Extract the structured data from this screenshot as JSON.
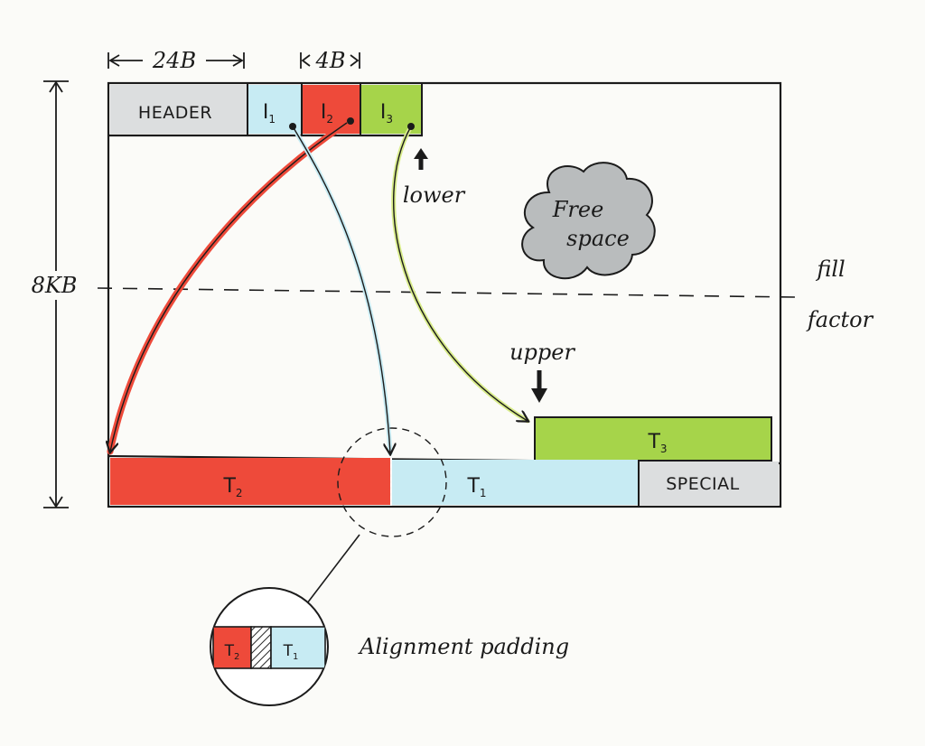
{
  "colors": {
    "header": "#dcdedf",
    "pointer_light": "#c7ebf3",
    "tuple_red": "#ee4a3a",
    "tuple_green": "#a6d44a",
    "special": "#dcdedf",
    "cloud": "#b9bcbd",
    "ink": "#1b1b1b"
  },
  "dims": {
    "header_size": "24B",
    "pointer_size": "4B",
    "page_size": "8KB"
  },
  "page": {
    "header_label": "HEADER",
    "special_label": "SPECIAL",
    "free_space_line1": "Free",
    "free_space_line2": "space",
    "fill_factor_line1": "fill",
    "fill_factor_line2": "factor",
    "lower_label": "lower",
    "upper_label": "upper"
  },
  "item_pointers": [
    {
      "letter": "I",
      "index": "1"
    },
    {
      "letter": "I",
      "index": "2"
    },
    {
      "letter": "I",
      "index": "3"
    }
  ],
  "tuples": [
    {
      "letter": "T",
      "index": "2"
    },
    {
      "letter": "T",
      "index": "1"
    },
    {
      "letter": "T",
      "index": "3"
    }
  ],
  "zoom": {
    "t2": {
      "letter": "T",
      "index": "2"
    },
    "t1": {
      "letter": "T",
      "index": "1"
    },
    "caption": "Alignment padding"
  }
}
